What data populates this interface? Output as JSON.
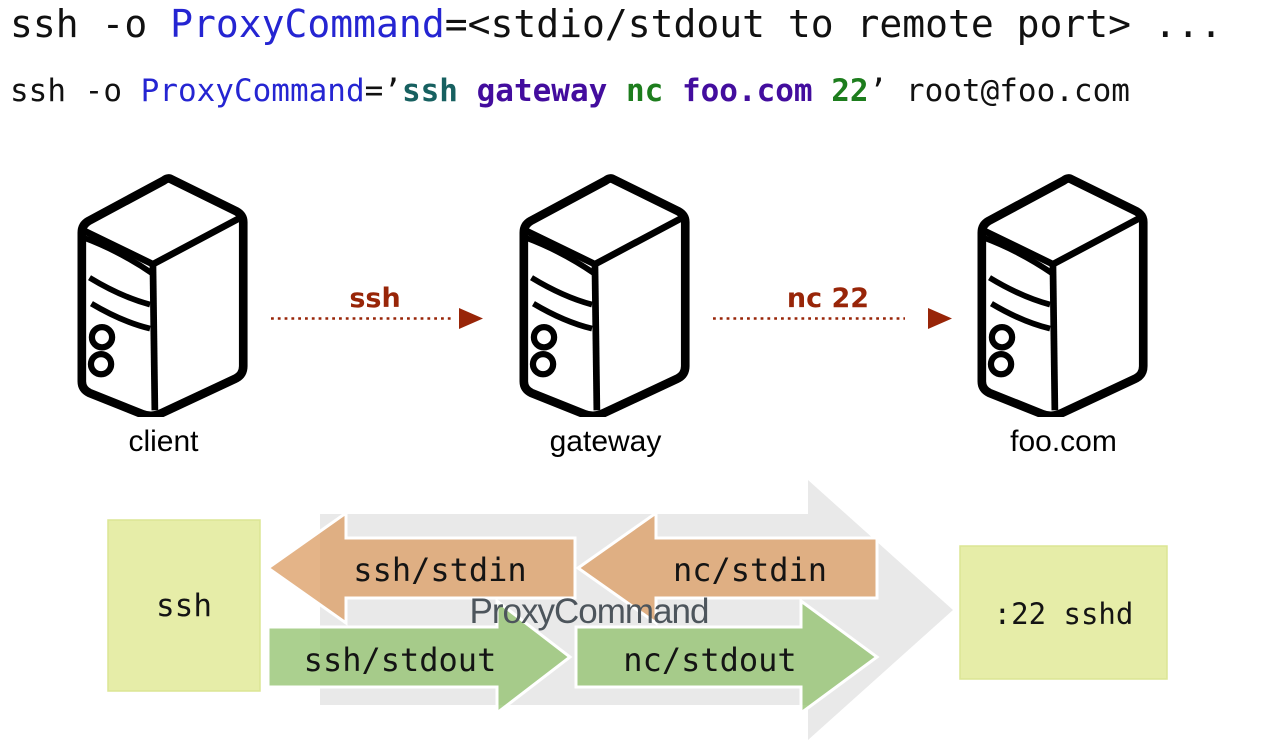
{
  "command_summary": {
    "prefix": "ssh -o ",
    "keyword": "ProxyCommand",
    "suffix": "=<stdio/stdout to remote port> ..."
  },
  "command_example": {
    "prefix": "ssh -o ",
    "keyword": "ProxyCommand",
    "equals": "=",
    "open_quote": "’",
    "proxy_ssh": "ssh",
    "proxy_gateway": " gateway ",
    "proxy_nc": "nc",
    "proxy_host": " foo.com ",
    "proxy_port": "22",
    "close_quote": "’",
    "suffix": " root@foo.com"
  },
  "topology": {
    "servers": [
      {
        "label": "client"
      },
      {
        "label": "gateway"
      },
      {
        "label": "foo.com"
      }
    ],
    "links": [
      {
        "label": "ssh"
      },
      {
        "label": "nc 22"
      }
    ]
  },
  "flow": {
    "left_process": "ssh",
    "right_process": ":22 sshd",
    "pipe_label": "ProxyCommand",
    "stdin_segments": [
      {
        "label": "ssh/stdin"
      },
      {
        "label": "nc/stdin"
      }
    ],
    "stdout_segments": [
      {
        "label": "ssh/stdout"
      },
      {
        "label": "nc/stdout"
      }
    ]
  },
  "colors": {
    "keyword_blue": "#2525d2",
    "cmd_teal": "#176060",
    "arg_purple": "#430d9e",
    "value_green": "#1d7d1d",
    "link_red": "#982508",
    "pipe_gray": "#e9e9e9",
    "stdin_orange": "#dd9f66",
    "stdout_green": "#8fc06a",
    "process_box_yellow": "#e6eda8",
    "pipe_text_gray": "#4d555c"
  }
}
